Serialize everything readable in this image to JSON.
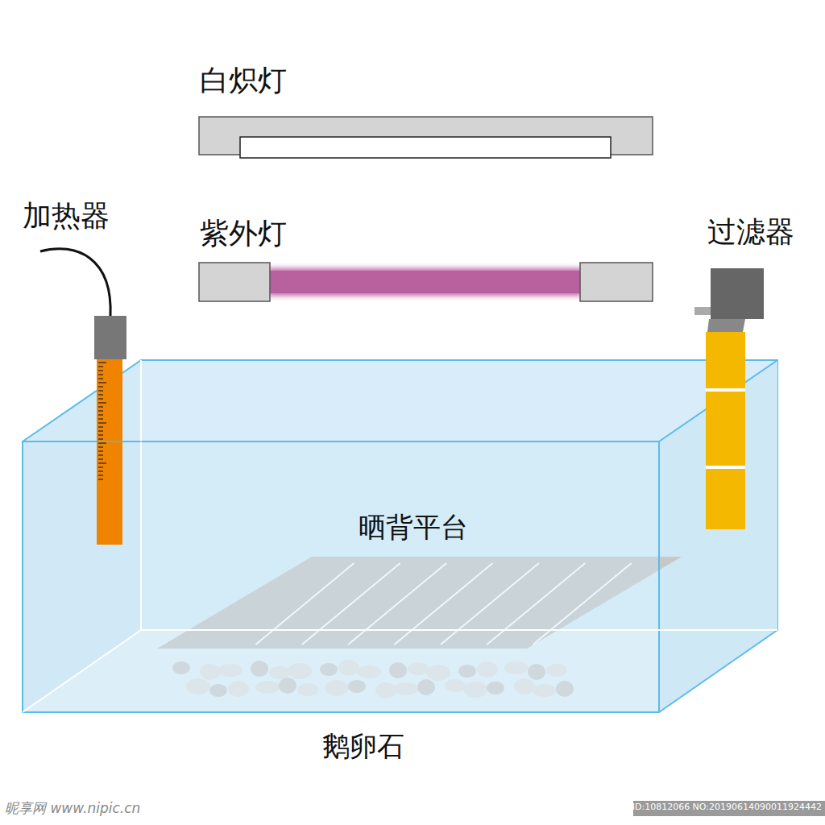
{
  "diagram": {
    "labels": [
      "白炽灯",
      "加热器",
      "紫外灯",
      "过滤器",
      "晒背平台",
      "鹅卵石",
      "昵享网 www.nipic.cn",
      "ID:10812066 NO:20190614090011924442"
    ]
  }
}
